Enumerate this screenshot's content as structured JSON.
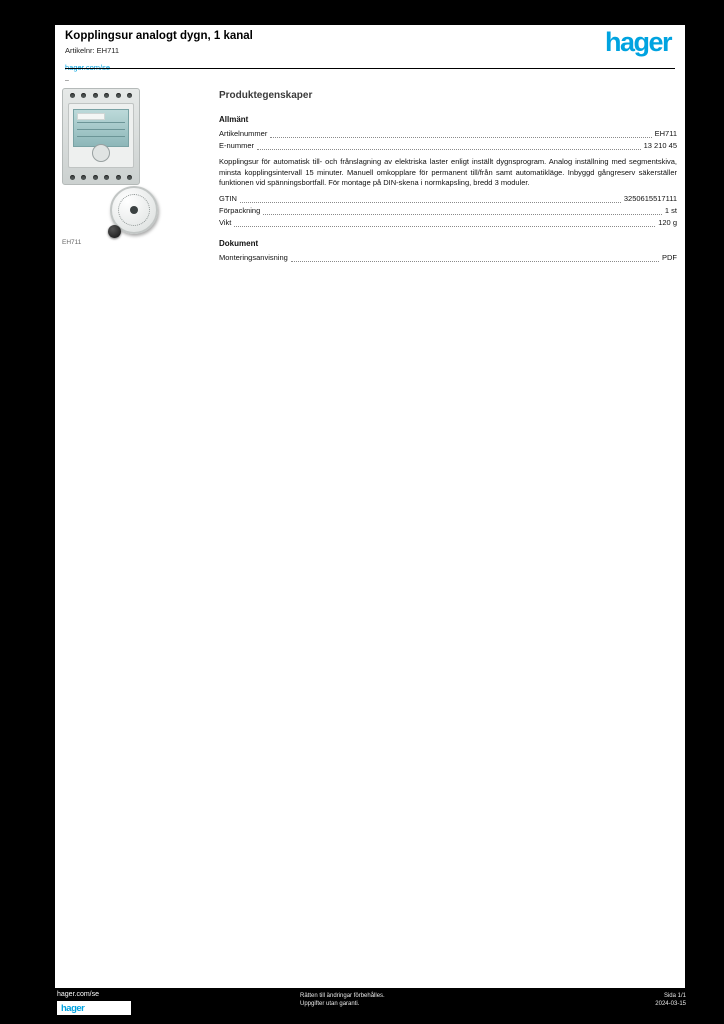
{
  "colors": {
    "accent": "#00a3e0",
    "paper": "#ffffff",
    "surround": "#000000"
  },
  "header": {
    "title": "Kopplingsur analogt dygn, 1 kanal",
    "subtitle": "Artikelnr: EH711",
    "link": "hager.com/se",
    "note": "–",
    "logo": "hager"
  },
  "media": {
    "product_photo": "din-rail-time-switch",
    "detail_photo": "analog-dial",
    "caption": "EH711"
  },
  "specs": {
    "heading": "Produktegenskaper",
    "section1": "Allmänt",
    "rows1": [
      {
        "label": "Artikelnummer",
        "value": "EH711"
      },
      {
        "label": "E-nummer",
        "value": "13 210 45"
      }
    ],
    "description": "Kopplingsur för automatisk till- och frånslagning av elektriska laster enligt inställt dygnsprogram. Analog inställning med segmentskiva, minsta kopplingsintervall 15 minuter. Manuell omkopplare för permanent till/från samt automatikläge. Inbyggd gångreserv säkerställer funktionen vid spänningsbortfall. För montage på DIN-skena i normkapsling, bredd 3 moduler.",
    "rows2": [
      {
        "label": "GTIN",
        "value": "3250615517111"
      },
      {
        "label": "Förpackning",
        "value": "1 st"
      },
      {
        "label": "Vikt",
        "value": "120 g"
      }
    ],
    "section2": "Dokument",
    "rows3": [
      {
        "label": "Monteringsanvisning",
        "value": "PDF"
      }
    ]
  },
  "footer": {
    "site": "hager.com/se",
    "logo": "hager",
    "center_line1": "Rätten till ändringar förbehålles.",
    "center_line2": "Uppgifter utan garanti.",
    "right_line1": "Sida 1/1",
    "right_line2": "2024-03-15"
  }
}
